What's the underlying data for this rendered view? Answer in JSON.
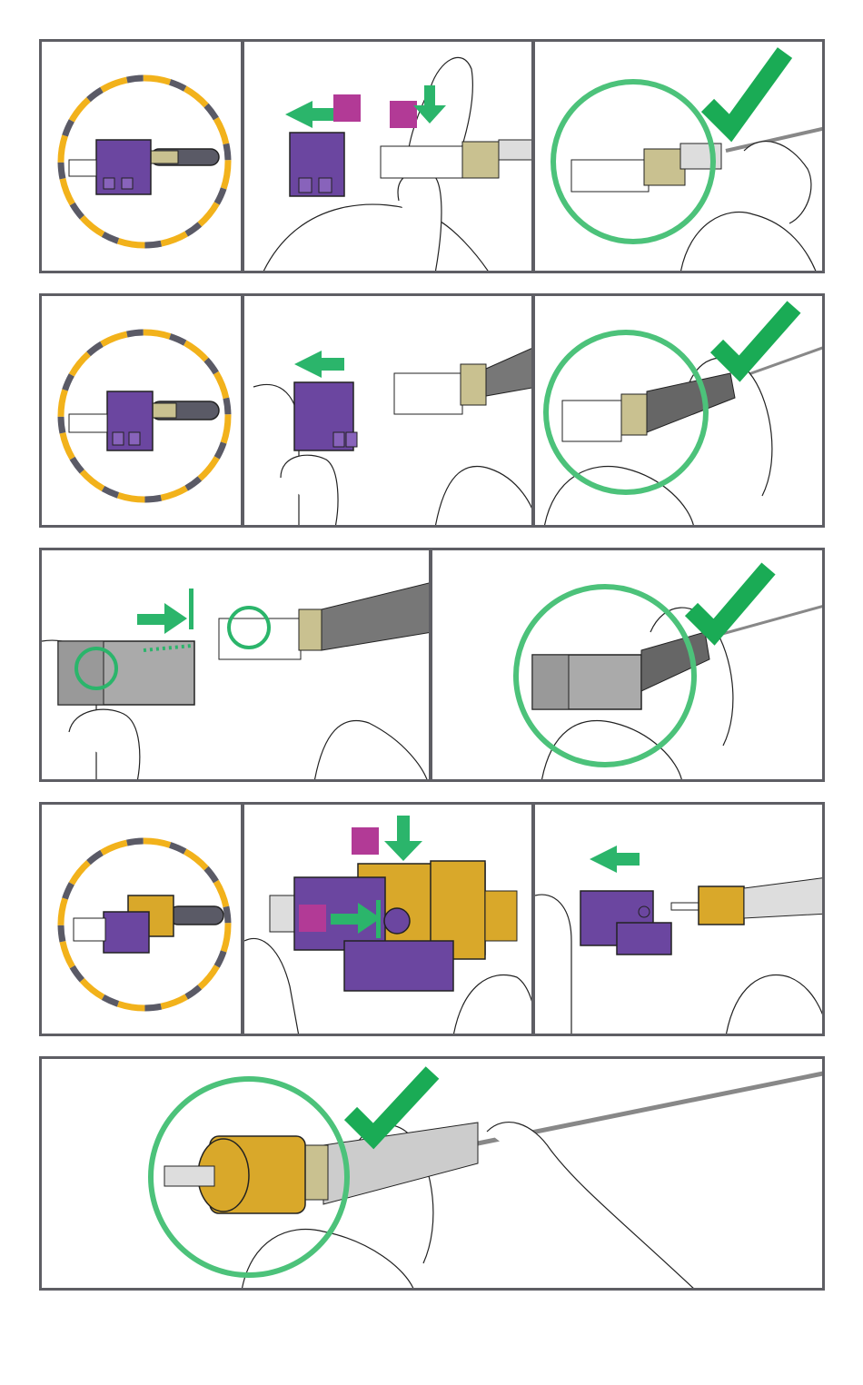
{
  "document": {
    "description_hidden": "",
    "rows": [
      {
        "row": 1,
        "panels": [
          "connector-identify-lc",
          "remove-lc-dust-cap",
          "lc-ready"
        ]
      },
      {
        "row": 2,
        "panels": [
          "connector-identify-sc",
          "remove-sc-dust-cap",
          "sc-ready"
        ]
      },
      {
        "row": 3,
        "panels": [
          "align-sc-adapter",
          "sc-in-adapter-ready"
        ]
      },
      {
        "row": 4,
        "panels": [
          "connector-identify-st",
          "twist-st-cap",
          "remove-st-cap"
        ]
      },
      {
        "row": 5,
        "panels": [
          "st-ready"
        ]
      }
    ]
  },
  "colors": {
    "frame": "#5e5e64",
    "step_badge": "#005a9c",
    "purple_cap": "#6b46a0",
    "gold_nut": "#d9a82a",
    "green_arrow": "#2bb56b",
    "green_check": "#1aab55",
    "green_circle": "#4cc27a",
    "magenta_marker": "#b23a96",
    "yellow_dash": "#f2b21b",
    "gray_dash": "#5a5a66"
  },
  "icons": {
    "step": "step-badge-icon",
    "check": "checkmark-icon",
    "arrow": "arrow-icon",
    "circle": "highlight-circle-icon"
  }
}
